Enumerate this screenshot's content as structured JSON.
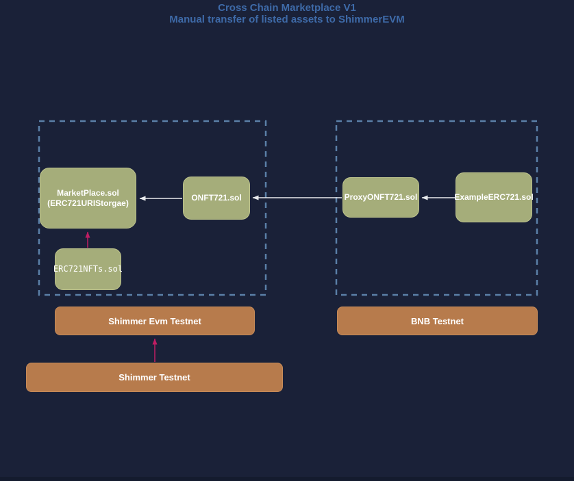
{
  "title": {
    "line1": "Cross Chain Marketplace V1",
    "line2": "Manual transfer of listed assets to ShimmerEVM"
  },
  "nodes": {
    "marketplace": {
      "line1": "MarketPlace.sol",
      "line2": "(ERC721URIStorgae)"
    },
    "onft721": {
      "label": "ONFT721.sol"
    },
    "erc721nfts": {
      "label": "ERC721NFTs.sol"
    },
    "proxy_onft721": {
      "label": "ProxyONFT721.sol"
    },
    "example_erc721": {
      "label": "ExampleERC721.sol"
    }
  },
  "chains": {
    "shimmer_evm": {
      "label": "Shimmer Evm Testnet"
    },
    "bnb": {
      "label": "BNB Testnet"
    },
    "shimmer": {
      "label": "Shimmer Testnet"
    }
  },
  "colors": {
    "background": "#1a2138",
    "bottom_strip": "#141b2e",
    "title_text": "#3e6aa8",
    "node_fill": "#a5ad7a",
    "node_border": "#bcc28c",
    "node_text": "#ffffff",
    "chain_fill": "#b77b4c",
    "chain_border": "#c68b59",
    "container_border": "#5b80a8",
    "arrow_white": "#e9ebee",
    "arrow_magenta": "#c01d63"
  }
}
